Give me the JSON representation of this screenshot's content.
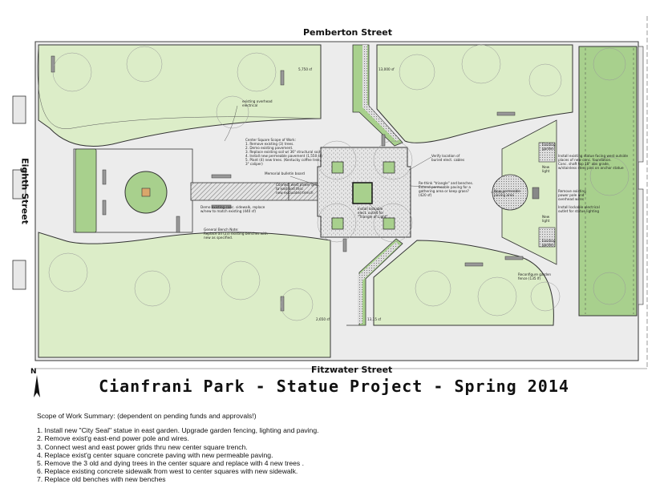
{
  "streets": {
    "north": "Pemberton Street",
    "south": "Fitzwater Street",
    "west": "Eighth Street"
  },
  "title": "Cianfrani Park - Statue Project - Spring 2014",
  "north_label": "N",
  "areas": {
    "nw": "5,750 sf",
    "ne": "13,000 sf",
    "sw": "2,650 sf",
    "s_center": "13,15 sf"
  },
  "notes": {
    "overhead": "existing overhead\nelectrical",
    "center_scope": "Center Square Scope of Work:\n1. Remove existing (3) trees.\n2. Demo existing pavement.\n3. Replace existing soil w/ 36\" structural soil\n4. Install new permeable pavement (1,550 sf)\n5. Plant (4) new trees. (Kentucky coffee tree,\n   3\" caliper)",
    "bulletin": "Memorial bulletin board",
    "connect_grids": "Connect west power grid\nto east and thru\nnew excavated trench",
    "demo_walk": "Demo existing conc. sidewalk, replace\nw/new to match existing (440 sf)",
    "bench_note": "General Bench Note:\nReplace all (23) existing benches with\nnew as specified.",
    "verify": "Verify location of\nburied elect. cables",
    "triangle": "Re-think \"triangle\" and benches.\nExtend permeable paving for a\ngathering area or keep grass?\n(420 sf)",
    "lockable": "Install lockable\nelect. outlet for\n\"Triangle of Light\"",
    "existing_garden_top": "Existing\ngarden",
    "existing_garden_bottom": "Existing\ngarden",
    "permeable_area": "New permeable\npaving area",
    "statue_install": "Install existing statue facing west outside\nplaces of new conc. foundation.\nConc. shaft top 18\" abv grade,\nw/stainless steel pins on anchor statue",
    "new_light_top": "New\nlight",
    "new_light_bottom": "New\nlight",
    "remove_pole": "Remove existing\npower pole and\noverhead wires",
    "lockable_outlet": "Install lockable electrical\noutlet for statue lighting",
    "reconfigure": "Reconfigure garden\nfence (135 lf)"
  },
  "scope": {
    "heading": "Scope of Work Summary: (dependent on pending funds and approvals!)",
    "items": [
      "1. Install new \"City Seal\" statue in east garden. Upgrade garden fencing, lighting and paving.",
      "2. Remove exist'g east-end power pole and wires.",
      "3. Connect west and east power grids thru new center square trench.",
      "4. Replace exist'g center square concrete paving with new permeable paving.",
      "5. Remove the 3 old and dying trees in the center square and replace with 4 new trees .",
      "6. Replace existing concrete sidewalk from west to center squares with new sidewalk.",
      "7. Replace old benches with new benches"
    ]
  },
  "colors": {
    "lawn": "#dcedc8",
    "lawn_dark": "#a8d08d",
    "paving": "#ececec",
    "outline": "#333333"
  }
}
